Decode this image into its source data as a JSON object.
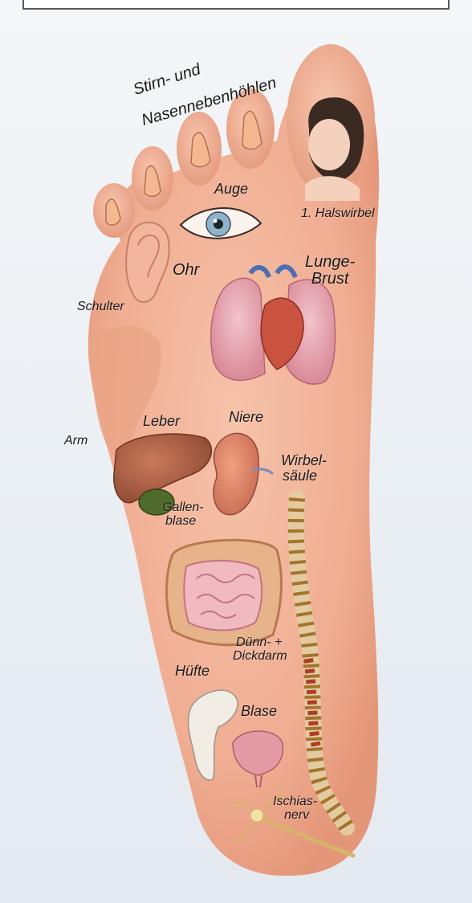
{
  "labels": {
    "stirn": "Stirn- und",
    "nasen": "Nasennebenhöhlen",
    "auge": "Auge",
    "halswirbel": "1. Halswirbel",
    "ohr": "Ohr",
    "lunge1": "Lunge-",
    "lunge2": "Brust",
    "schulter": "Schulter",
    "leber": "Leber",
    "niere": "Niere",
    "arm": "Arm",
    "wirbel1": "Wirbel-",
    "wirbel2": "säule",
    "gallen1": "Gallen-",
    "gallen2": "blase",
    "duenn1": "Dünn- +",
    "duenn2": "Dickdarm",
    "huefte": "Hüfte",
    "blase": "Blase",
    "ischias1": "Ischias-",
    "ischias2": "nerv"
  },
  "colors": {
    "skin": "#f2b49a",
    "skin_shadow": "#e39a80",
    "background": "#eef2f5"
  }
}
